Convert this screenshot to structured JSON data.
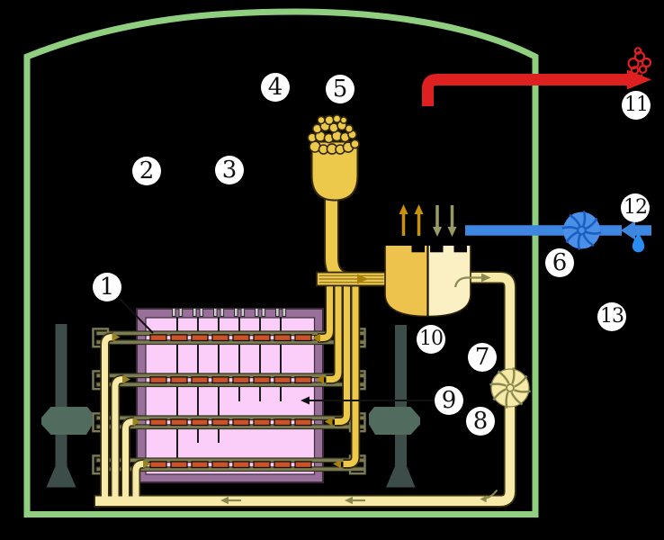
{
  "figure": {
    "description": "Nuclear reactor (CANDU-type) cutaway schematic with numbered callouts on black background",
    "visible_text_items": 13
  },
  "callouts": [
    {
      "label": "1"
    },
    {
      "label": "2"
    },
    {
      "label": "3"
    },
    {
      "label": "4"
    },
    {
      "label": "5"
    },
    {
      "label": "6"
    },
    {
      "label": "7"
    },
    {
      "label": "8"
    },
    {
      "label": "9"
    },
    {
      "label": "10"
    },
    {
      "label": "11"
    },
    {
      "label": "12"
    },
    {
      "label": "13"
    }
  ],
  "icons": [
    {
      "name": "steam-puff-icon"
    },
    {
      "name": "water-drop-icon"
    },
    {
      "name": "pump-impeller-icon"
    }
  ],
  "palette": {
    "background": "#000000",
    "containment_green": "#90cf80",
    "steam_red": "#de2020",
    "water_blue": "#3d87e0",
    "pump_blue": "#4a90e8",
    "pump_blue_dark": "#1b5fc0",
    "drop_blue": "#2a8cf0",
    "hot_gold": "#ecc84b",
    "dark_gold_arrow": "#a8800a",
    "cool_yellow": "#f7e9a8",
    "pipe_outline": "#3a3313",
    "steam_gen_left": "#edc24d",
    "steam_gen_right": "#faf0c4",
    "calandria_purple": "#997099",
    "moderator_pink": "#fbcdf9",
    "fuel_orange": "#cc5229",
    "channel_olive": "#7c7c55",
    "olive_arrow": "#8a8a50",
    "machine_slate": "#3d4d49",
    "machine_head": "#516b5f",
    "rod_gray": "#cccccc",
    "label_bg": "#ffffff",
    "label_text": "#111111"
  }
}
